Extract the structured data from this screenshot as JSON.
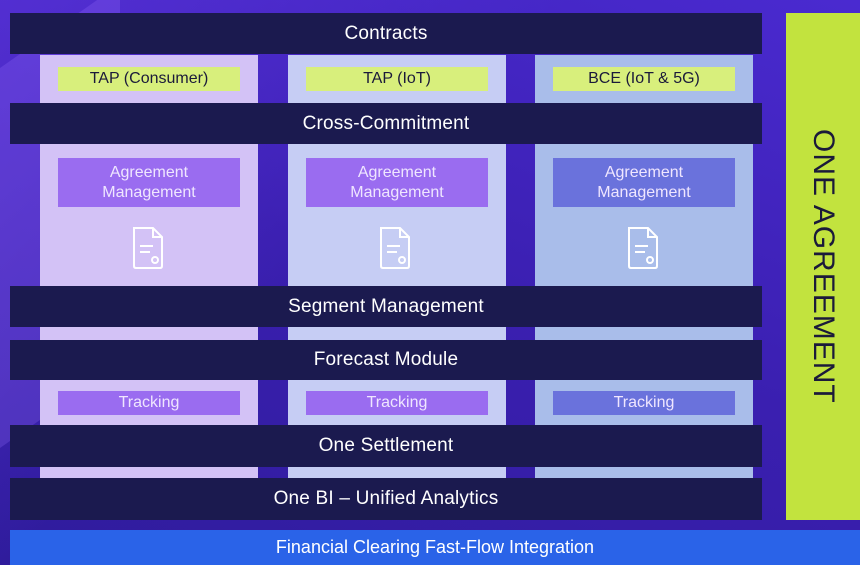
{
  "side_label": "ONE AGREEMENT",
  "bars": {
    "contracts": "Contracts",
    "cross_commitment": "Cross-Commitment",
    "segment_management": "Segment Management",
    "forecast_module": "Forecast Module",
    "one_settlement": "One Settlement",
    "one_bi": "One BI – Unified Analytics"
  },
  "columns": [
    {
      "tag": "TAP (Consumer)",
      "agreement": [
        "Agreement",
        "Management"
      ],
      "tracking": "Tracking"
    },
    {
      "tag": "TAP (IoT)",
      "agreement": [
        "Agreement",
        "Management"
      ],
      "tracking": "Tracking"
    },
    {
      "tag": "BCE (IoT & 5G)",
      "agreement": [
        "Agreement",
        "Management"
      ],
      "tracking": "Tracking"
    }
  ],
  "footer": "Financial Clearing Fast-Flow Integration",
  "colors": {
    "bar": "#1b1a4f",
    "tag": "#d8ef7c",
    "side_panel": "#c2e33e",
    "agreement_purple": "#9a6cf0",
    "agreement_blue": "#6a72dc",
    "footer": "#2a63e8"
  },
  "icons": [
    "document-icon",
    "document-icon",
    "document-icon"
  ]
}
